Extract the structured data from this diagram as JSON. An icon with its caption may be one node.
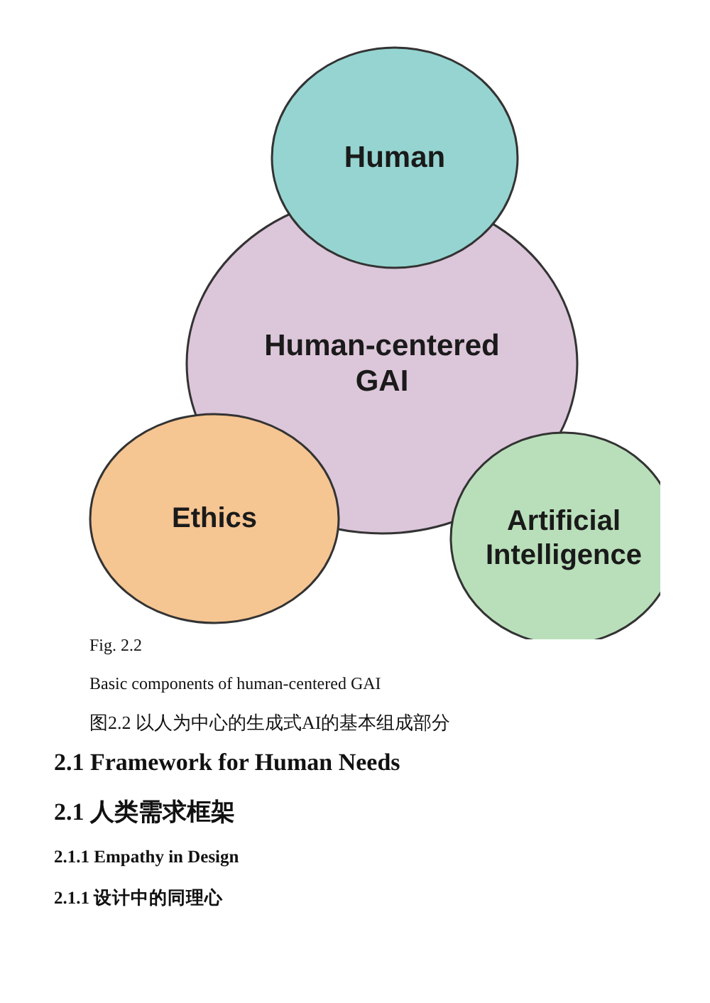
{
  "diagram": {
    "nodes": [
      {
        "text": [
          "Human"
        ]
      },
      {
        "text": [
          "Human-centered GAI"
        ]
      },
      {
        "text": [
          "Ethics"
        ]
      },
      {
        "text": [
          "Artificial Intelligence"
        ]
      }
    ],
    "labels": [
      "Fig. 2.2",
      "Basic components of human-centered GAI",
      "图2.2 以人为中心的生成式AI的基本组成部分",
      "2.1 Framework for Human Needs",
      "2.1 人类需求框架",
      "2.1.1 Empathy in Design",
      "2.1.1 设计中的同理心"
    ]
  }
}
